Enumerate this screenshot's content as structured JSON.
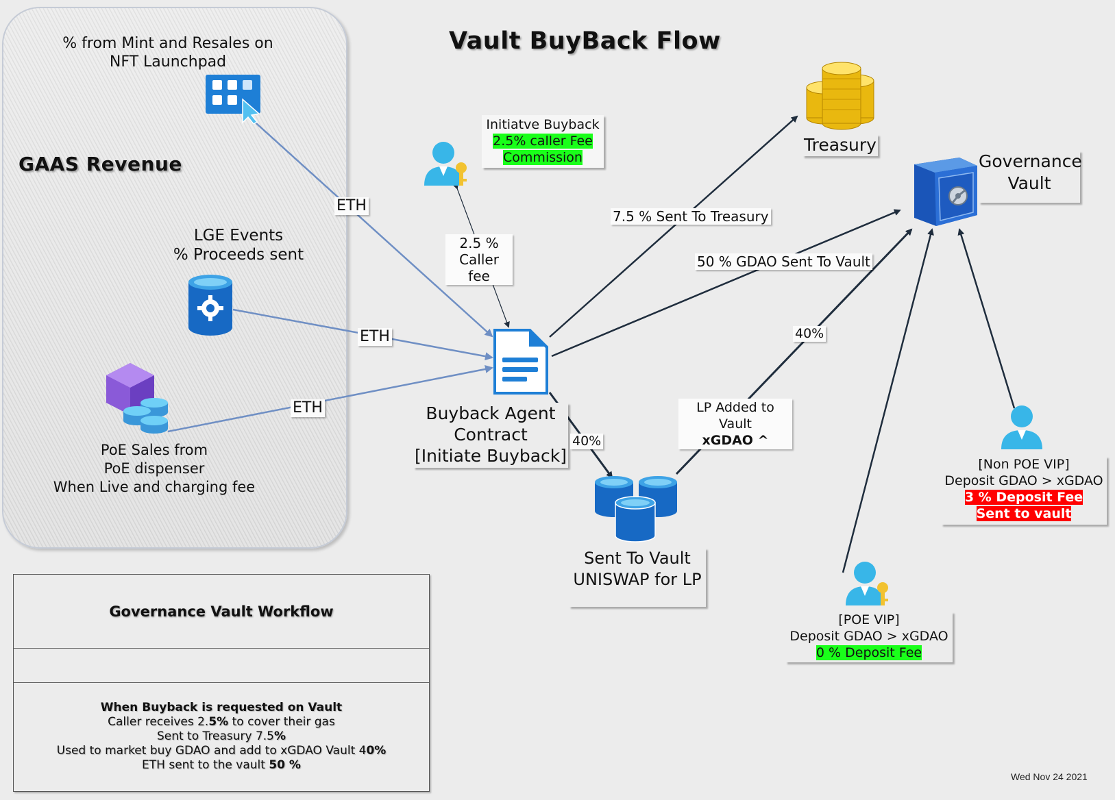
{
  "title": "Vault BuyBack Flow",
  "revenue_group": {
    "title": "GAAS Revenue",
    "launchpad_label": "% from Mint and Resales on\nNFT Launchpad",
    "lge_label": "LGE Events\n% Proceeds sent",
    "poe_label": "PoE Sales from\nPoE dispenser\nWhen Live and charging fee"
  },
  "edges": {
    "eth_1": "ETH",
    "eth_2": "ETH",
    "eth_3": "ETH",
    "caller_fee": "2.5 %\nCaller fee",
    "treasury": "7.5 % Sent To Treasury",
    "vault": "50 % GDAO Sent To Vault",
    "uniswap": "40%",
    "lp_40": "40%",
    "lp_added_line1": "LP Added to Vault",
    "lp_added_line2": "xGDAO ^"
  },
  "nodes": {
    "initiator_line1": "Initiatve Buyback",
    "initiator_line2": "2.5% caller Fee",
    "initiator_line3": "Commission",
    "treasury": "Treasury",
    "governance_vault": "Governance\nVault",
    "buyback_agent": "Buyback Agent\nContract\n[Initiate Buyback]",
    "uniswap": "Sent To Vault\nUNISWAP for LP",
    "poe_vip_line1": "[POE VIP]",
    "poe_vip_line2": "Deposit GDAO > xGDAO",
    "poe_vip_line3": "0 % Deposit Fee",
    "non_poe_line1": "[Non POE VIP]",
    "non_poe_line2": "Deposit GDAO > xGDAO",
    "non_poe_line3": "3 % Deposit Fee",
    "non_poe_line4": "Sent to vault"
  },
  "workflow": {
    "title": "Governance Vault Workflow",
    "heading": "When Buyback is requested on Vault",
    "line1_text": "Caller receives 2.",
    "line1_bold": "5%",
    "line1_tail": " to cover their gas",
    "line2_text": "Sent to Treasury 7.5",
    "line2_bold": "%",
    "line3_text": "Used to market buy GDAO and add to xGDAO Vault 4",
    "line3_bold": "0%",
    "line4_text": "ETH sent to the vault ",
    "line4_bold": "50 %"
  },
  "date": "Wed Nov 24 2021",
  "colors": {
    "highlight_green": "#1aff1a",
    "highlight_red": "#ff0000",
    "eth_arrow": "#6f8fc4",
    "flow_arrow": "#1f2d3d",
    "azure_blue": "#1e7fd6"
  }
}
